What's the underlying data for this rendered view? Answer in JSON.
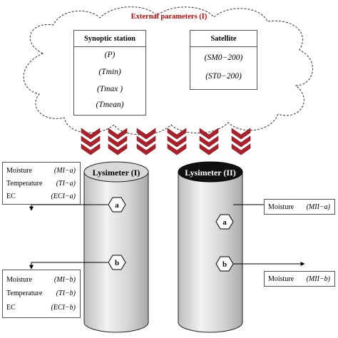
{
  "cloud": {
    "title": "External parameters (I)"
  },
  "synoptic": {
    "header": "Synoptic station",
    "params": [
      "(P)",
      "(Tmin)",
      "(Tmax )",
      "(Tmean)"
    ]
  },
  "satellite": {
    "header": "Satellite",
    "params": [
      "(SM0−200)",
      "(ST0−200)"
    ]
  },
  "lysimeters": [
    {
      "label": "Lysimeter (I)"
    },
    {
      "label": "Lysimeter (II)"
    }
  ],
  "markers": {
    "a": "a",
    "b": "b"
  },
  "left_top": [
    {
      "label": "Moisture",
      "symbol": "(MI−a)"
    },
    {
      "label": "Temperature",
      "symbol": "(TI−a)"
    },
    {
      "label": "EC",
      "symbol": "(ECI−a)"
    }
  ],
  "left_bottom": [
    {
      "label": "Moisture",
      "symbol": "(MI−b)"
    },
    {
      "label": "Temperature",
      "symbol": "(TI−b)"
    },
    {
      "label": "EC",
      "symbol": "(ECI−b)"
    }
  ],
  "right_top": {
    "label": "Moisture",
    "symbol": "(MII−a)"
  },
  "right_bottom": {
    "label": "Moisture",
    "symbol": "(MII−b)"
  },
  "colors": {
    "title_red": "#c00000",
    "arrow_red": "#b0202a",
    "cylinder_grey": "#d9d9d9",
    "cylinder_dark": "#111111"
  }
}
